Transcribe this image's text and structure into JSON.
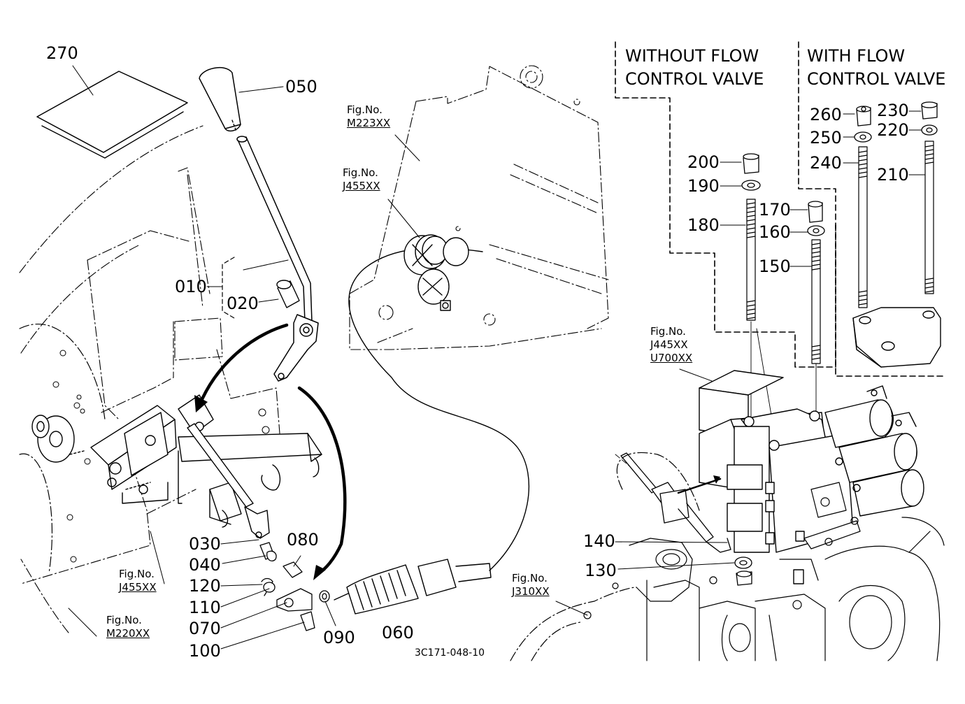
{
  "headers": {
    "without": [
      "WITHOUT FLOW",
      "CONTROL VALVE"
    ],
    "with": [
      "WITH FLOW",
      "CONTROL VALVE"
    ]
  },
  "parts": {
    "p270": "270",
    "p050": "050",
    "p010": "010",
    "p020": "020",
    "p030": "030",
    "p040": "040",
    "p120": "120",
    "p110": "110",
    "p070": "070",
    "p100": "100",
    "p080": "080",
    "p090": "090",
    "p060": "060",
    "p140": "140",
    "p130": "130",
    "p200": "200",
    "p190": "190",
    "p180": "180",
    "p170": "170",
    "p160": "160",
    "p150": "150",
    "p260": "260",
    "p250": "250",
    "p240": "240",
    "p230": "230",
    "p220": "220",
    "p210": "210"
  },
  "figs": {
    "m223": {
      "title": "Fig.No.",
      "code": "M223XX"
    },
    "j455a": {
      "title": "Fig.No.",
      "code": "J455XX"
    },
    "j455b": {
      "title": "Fig.No.",
      "code": "J455XX"
    },
    "m220": {
      "title": "Fig.No.",
      "code": "M220XX"
    },
    "j310": {
      "title": "Fig.No.",
      "code": "J310XX"
    },
    "j445": {
      "title": "Fig.No.",
      "code": "J445XX",
      "code2": "U700XX"
    }
  },
  "drawing_code": "3C171-048-10"
}
